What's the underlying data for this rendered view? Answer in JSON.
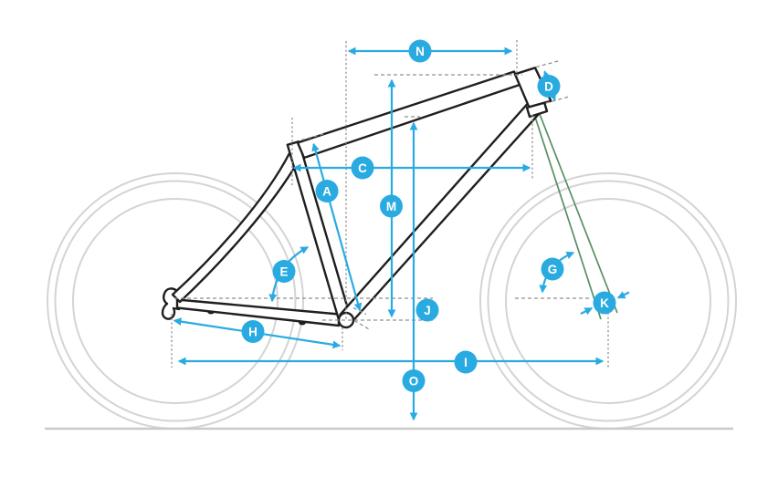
{
  "diagram": {
    "kind": "bicycle-frame-geometry-diagram",
    "labels": {
      "A": "A",
      "C": "C",
      "D": "D",
      "E": "E",
      "G": "G",
      "H": "H",
      "I": "I",
      "J": "J",
      "K": "K",
      "M": "M",
      "N": "N",
      "O": "O"
    },
    "colors": {
      "accent": "#29abe2",
      "frame": "#1f1f1f",
      "fork_green": "#569061",
      "wheel_gray": "#d4d4d4",
      "ground_gray": "#c9c9c9",
      "guide_gray": "#909090",
      "background": "#ffffff",
      "label_text": "#ffffff"
    }
  }
}
